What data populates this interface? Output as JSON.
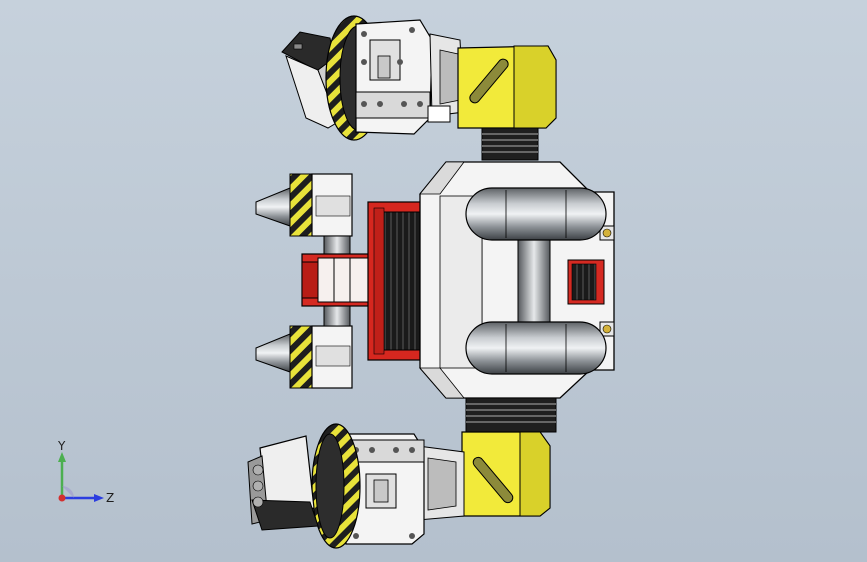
{
  "triad": {
    "y_label": "Y",
    "z_label": "Z"
  },
  "colors": {
    "background_top": "#c6d1dc",
    "background_bottom": "#b4c0cd",
    "yellow": "#f1e93a",
    "red": "#d4261e",
    "white_part": "#f3f3f3",
    "grey_part": "#8f9498",
    "dark": "#232323",
    "axis_y": "#4caf50",
    "axis_z": "#2b3de0",
    "axis_x": "#d32f2f"
  },
  "parts": [
    "upper-arm-assembly",
    "lower-arm-assembly",
    "left-rollers",
    "red-motor-housing",
    "main-chassis",
    "twin-cylinder-tanks",
    "rear-connector"
  ]
}
